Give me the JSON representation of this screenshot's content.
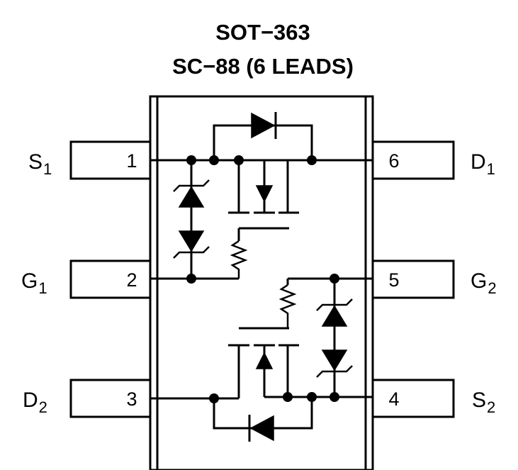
{
  "title": {
    "line1": "SOT−363",
    "line2": "SC−88 (6 LEADS)"
  },
  "pins": [
    {
      "number": "1",
      "label": "S",
      "subscript": "1"
    },
    {
      "number": "2",
      "label": "G",
      "subscript": "1"
    },
    {
      "number": "3",
      "label": "D",
      "subscript": "2"
    },
    {
      "number": "4",
      "label": "S",
      "subscript": "2"
    },
    {
      "number": "5",
      "label": "G",
      "subscript": "2"
    },
    {
      "number": "6",
      "label": "D",
      "subscript": "1"
    }
  ]
}
